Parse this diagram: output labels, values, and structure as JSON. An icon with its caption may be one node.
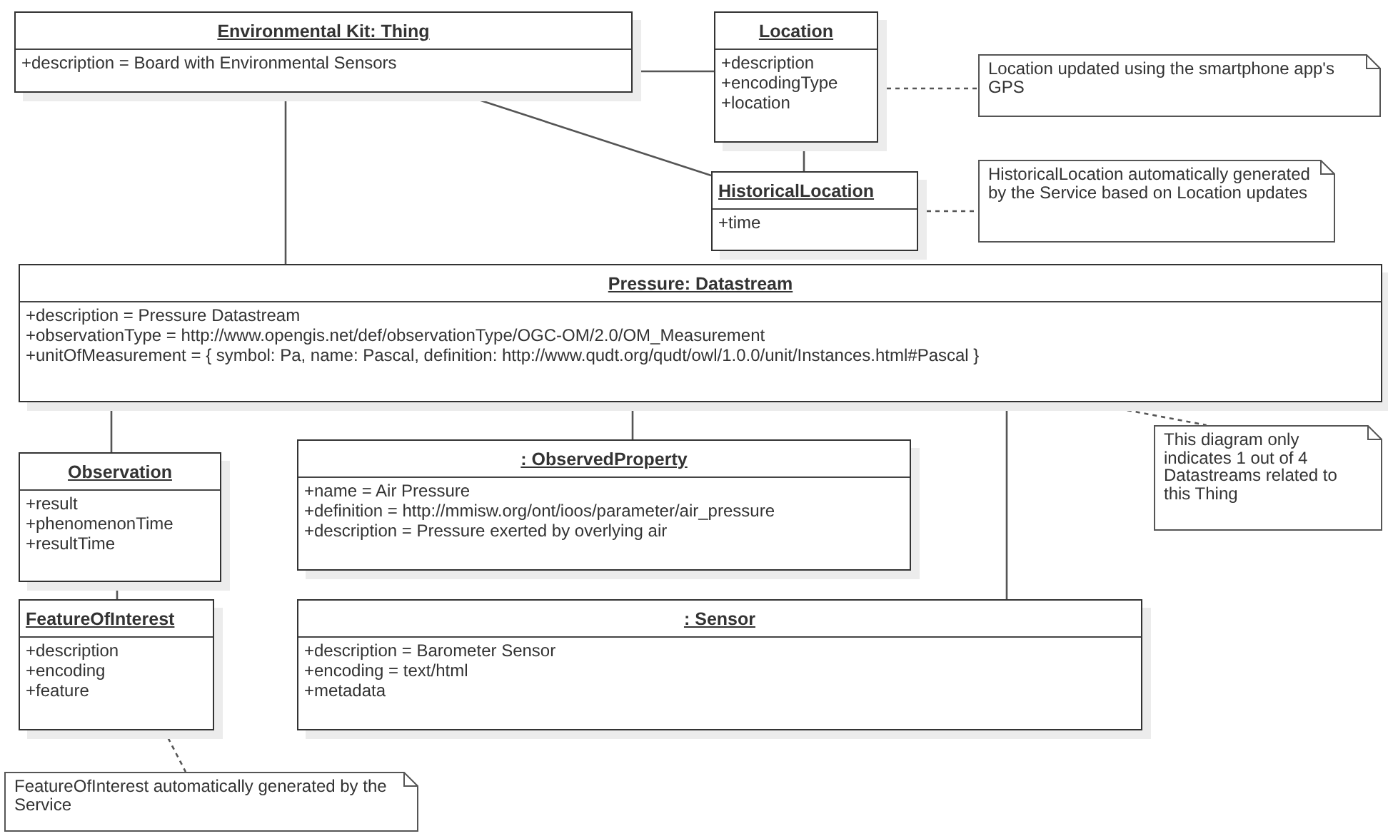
{
  "diagram": {
    "nodes": [
      {
        "text": [
          "Environmental Kit: Thing",
          "+description = Board with Environmental Sensors"
        ]
      },
      {
        "text": [
          "Location",
          "+description",
          "+encodingType",
          "+location"
        ]
      },
      {
        "text": [
          "Location updated using the smartphone app's GPS"
        ]
      },
      {
        "text": [
          "HistoricalLocation",
          "+time"
        ]
      },
      {
        "text": [
          "HistoricalLocation automatically generated by the Service based on Location updates"
        ]
      },
      {
        "text": [
          "Pressure: Datastream",
          "+description = Pressure Datastream",
          "+observationType = http://www.opengis.net/def/observationType/OGC-OM/2.0/OM_Measurement",
          "+unitOfMeasurement = { symbol: Pa, name: Pascal, definition: http://www.qudt.org/qudt/owl/1.0.0/unit/Instances.html#Pascal }"
        ]
      },
      {
        "text": [
          "Observation",
          "+result",
          "+phenomenonTime",
          "+resultTime"
        ]
      },
      {
        "text": [
          ": ObservedProperty",
          "+name = Air Pressure",
          "+definition = http://mmisw.org/ont/ioos/parameter/air_pressure",
          "+description = Pressure exerted by overlying air"
        ]
      },
      {
        "text": [
          "FeatureOfInterest",
          "+description",
          "+encoding",
          "+feature"
        ]
      },
      {
        "text": [
          ": Sensor",
          "+description = Barometer Sensor",
          "+encoding = text/html",
          "+metadata"
        ]
      },
      {
        "text": [
          "This diagram only indicates 1 out of 4 Datastreams related to this Thing"
        ]
      },
      {
        "text": [
          "FeatureOfInterest automatically generated by the Service"
        ]
      }
    ],
    "edges": [
      {
        "from": 0,
        "to": 1,
        "arrow": "none"
      },
      {
        "from": 0,
        "to": 3,
        "arrow": "none"
      },
      {
        "from": 1,
        "to": 3,
        "arrow": "none"
      },
      {
        "from": 0,
        "to": 5,
        "arrow": "none"
      },
      {
        "from": 1,
        "to": 2,
        "arrow": "none",
        "style": "dashed"
      },
      {
        "from": 3,
        "to": 4,
        "arrow": "none",
        "style": "dashed"
      },
      {
        "from": 5,
        "to": 6,
        "arrow": "none"
      },
      {
        "from": 5,
        "to": 7,
        "arrow": "none"
      },
      {
        "from": 5,
        "to": 9,
        "arrow": "none"
      },
      {
        "from": 5,
        "to": 10,
        "arrow": "none",
        "style": "dashed"
      },
      {
        "from": 6,
        "to": 8,
        "arrow": "none"
      },
      {
        "from": 8,
        "to": 11,
        "arrow": "none",
        "style": "dashed"
      }
    ]
  }
}
